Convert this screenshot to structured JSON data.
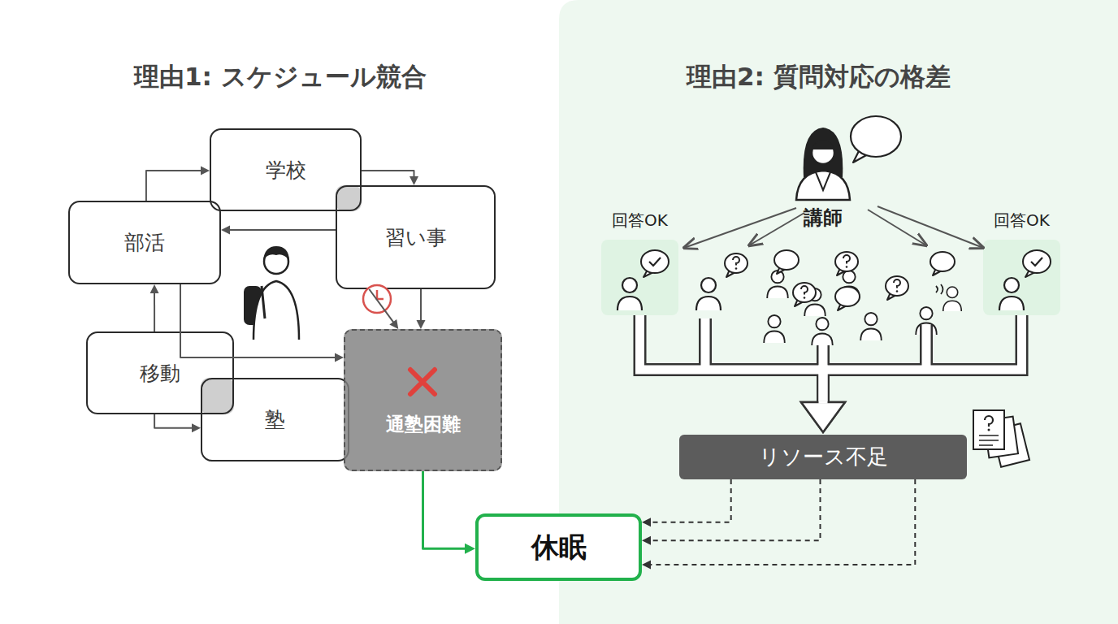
{
  "diagram": {
    "nodes": [
      {
        "text": [
          "学校"
        ]
      },
      {
        "text": [
          "部活"
        ]
      },
      {
        "text": [
          "習い事"
        ]
      },
      {
        "text": [
          "移動"
        ]
      },
      {
        "text": [
          "塾"
        ]
      },
      {
        "text": [
          "通塾困難"
        ]
      },
      {
        "text": [
          "休眠"
        ]
      },
      {
        "text": [
          "回答OK"
        ]
      },
      {
        "text": [
          "回答OK"
        ]
      },
      {
        "text": [
          "リソース不足"
        ]
      }
    ],
    "edges": [
      {
        "from": 1,
        "to": 0,
        "arrow": "to"
      },
      {
        "from": 0,
        "to": 2,
        "arrow": "to"
      },
      {
        "from": 2,
        "to": 1,
        "arrow": "to"
      },
      {
        "from": 2,
        "to": 5,
        "arrow": "to"
      },
      {
        "from": 2,
        "to": 5,
        "arrow": "to"
      },
      {
        "from": 3,
        "to": 1,
        "arrow": "to"
      },
      {
        "from": 1,
        "to": 5,
        "arrow": "to"
      },
      {
        "from": 3,
        "to": 4,
        "arrow": "to"
      },
      {
        "from": 5,
        "to": 6,
        "arrow": "to"
      },
      {
        "from": 9,
        "to": 6,
        "arrow": "to"
      },
      {
        "from": 9,
        "to": 6,
        "arrow": "to"
      },
      {
        "from": 9,
        "to": 6,
        "arrow": "to"
      },
      {
        "from": 7,
        "to": 9,
        "arrow": "to"
      },
      {
        "from": 8,
        "to": 9,
        "arrow": "to"
      }
    ],
    "labels": [
      "理由1: スケジュール競合",
      "理由2: 質問対応の格差",
      "講師"
    ]
  }
}
